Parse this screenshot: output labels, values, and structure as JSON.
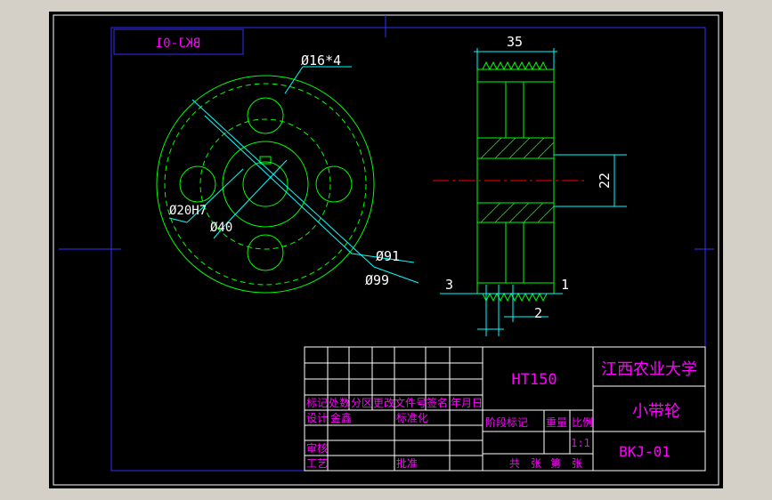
{
  "drawing": {
    "header_code_mirrored": "BKJ-01",
    "dimensions": {
      "holes": "Ø16*4",
      "bore": "Ø20H7",
      "hub": "Ø40",
      "pitch": "Ø91",
      "outer": "Ø99",
      "width": "35",
      "height": "22",
      "left_step": "3",
      "right_step": "1",
      "groove": "2"
    }
  },
  "title_block": {
    "material": "HT150",
    "school": "江西农业大学",
    "part_name": "小带轮",
    "drawing_no": "BKJ-01",
    "rev_row": [
      "标记",
      "处数",
      "分区",
      "更改文件号",
      "签名",
      "年月日"
    ],
    "design_label": "设计",
    "design_person": "金鑫",
    "standard_label": "标准化",
    "stage_labels": [
      "阶段标记",
      "重量",
      "比例"
    ],
    "scale": "1:1",
    "check_label": "审核",
    "process_label": "工艺",
    "approve_label": "批准",
    "sheets": [
      "共",
      "张",
      "第",
      "张"
    ]
  },
  "colors": {
    "background": "#000000",
    "frame": "#ffffff",
    "border": "#0000ff",
    "outline": "#00ff00",
    "dimension": "#00ffff",
    "text": "#ff00ff",
    "centerline": "#ff0000",
    "window": "#d4d0c8"
  }
}
